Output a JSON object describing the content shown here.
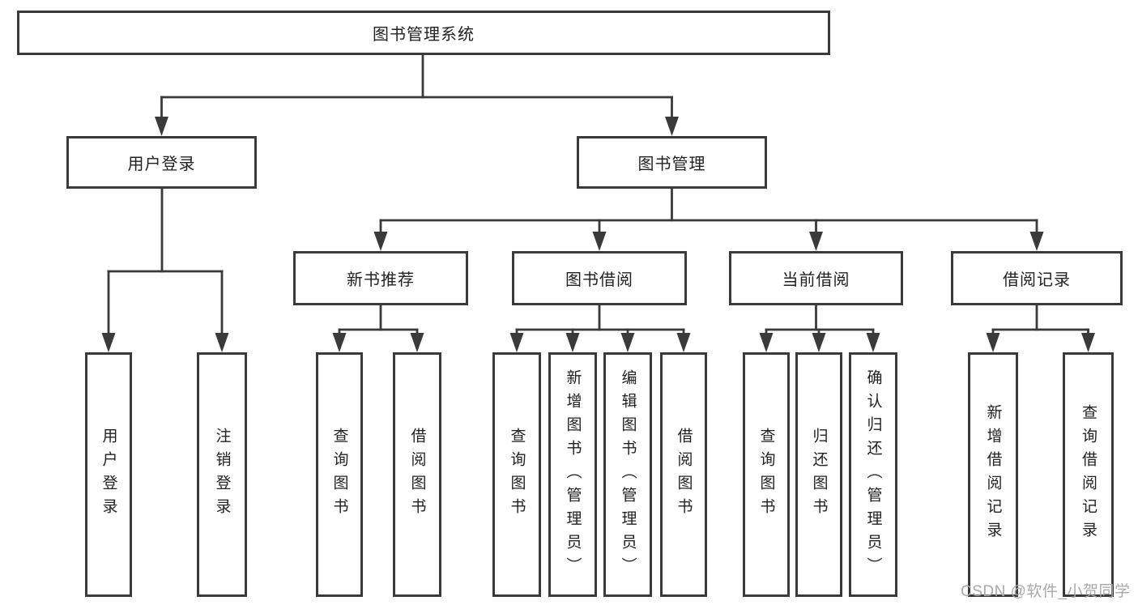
{
  "diagram": {
    "root": {
      "label": "图书管理系统"
    },
    "branches": [
      {
        "label": "用户登录",
        "leaves": [
          {
            "label": "用户登录"
          },
          {
            "label": "注销登录"
          }
        ]
      },
      {
        "label": "图书管理",
        "sections": [
          {
            "label": "新书推荐",
            "leaves": [
              {
                "label": "查询图书"
              },
              {
                "label": "借阅图书"
              }
            ]
          },
          {
            "label": "图书借阅",
            "leaves": [
              {
                "label": "查询图书"
              },
              {
                "label": "新增图书（管理员）"
              },
              {
                "label": "编辑图书（管理员）"
              },
              {
                "label": "借阅图书"
              }
            ]
          },
          {
            "label": "当前借阅",
            "leaves": [
              {
                "label": "查询图书"
              },
              {
                "label": "归还图书"
              },
              {
                "label": "确认归还（管理员）"
              }
            ]
          },
          {
            "label": "借阅记录",
            "leaves": [
              {
                "label": "新增借阅记录"
              },
              {
                "label": "查询借阅记录"
              }
            ]
          }
        ]
      }
    ]
  },
  "watermark": {
    "text": "CSDN @软件_小贺同学"
  },
  "colors": {
    "line": "#3a3a3a",
    "text": "#222222",
    "watermark": "#a9a9a9",
    "background": "#ffffff"
  }
}
